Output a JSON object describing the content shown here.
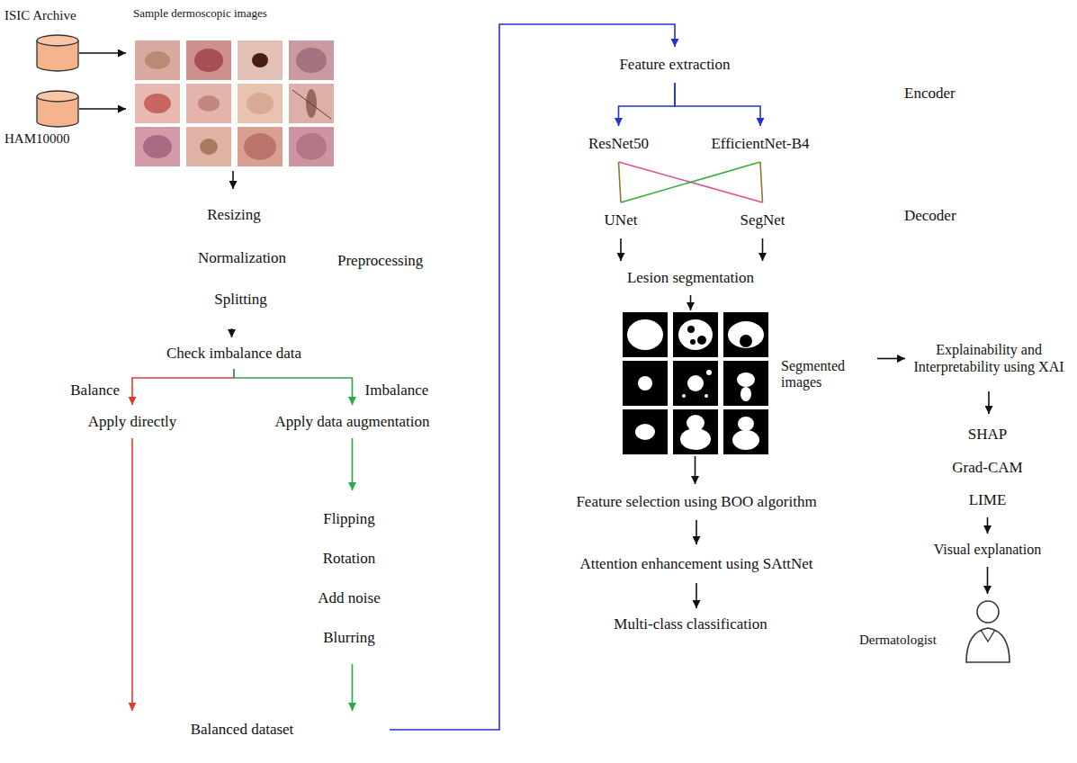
{
  "diagram": {
    "nodes": [
      {
        "text": [
          "ISIC Archive"
        ]
      },
      {
        "text": [
          "HAM10000"
        ]
      },
      {
        "text": [
          "Sample dermoscopic images"
        ]
      },
      {
        "text": [
          "Preprocessing"
        ]
      },
      {
        "text": [
          "Resizing"
        ],
        "in": 3
      },
      {
        "text": [
          "Normalization"
        ],
        "in": 3
      },
      {
        "text": [
          "Splitting"
        ],
        "in": 3
      },
      {
        "text": [
          "Check imbalance data"
        ]
      },
      {
        "text": [
          "Apply directly"
        ]
      },
      {
        "text": [
          "Apply data augmentation"
        ]
      },
      {
        "text": []
      },
      {
        "text": [
          "Flipping"
        ],
        "in": 10
      },
      {
        "text": [
          "Rotation"
        ],
        "in": 10
      },
      {
        "text": [
          "Add noise"
        ],
        "in": 10
      },
      {
        "text": [
          "Blurring"
        ],
        "in": 10
      },
      {
        "text": [
          "Balanced dataset"
        ]
      },
      {
        "text": [
          "Encoder"
        ]
      },
      {
        "text": [
          "Feature extraction"
        ],
        "in": 16
      },
      {
        "text": [
          "ResNet50"
        ],
        "in": 16
      },
      {
        "text": [
          "EfficientNet-B4"
        ],
        "in": 16
      },
      {
        "text": [
          "Decoder"
        ]
      },
      {
        "text": [
          "UNet"
        ],
        "in": 20
      },
      {
        "text": [
          "SegNet"
        ],
        "in": 20
      },
      {
        "text": [
          "Lesion segmentation"
        ],
        "in": 20
      },
      {
        "text": [
          "Segmented images"
        ],
        "in": 20
      },
      {
        "text": [
          "Feature selection using BOO algorithm"
        ],
        "in": 20
      },
      {
        "text": [
          "Attention enhancement using SAttNet"
        ],
        "in": 20
      },
      {
        "text": [
          "Multi-class classification"
        ],
        "in": 20
      },
      {
        "text": [
          "Explainability and Interpretability using XAI"
        ]
      },
      {
        "text": []
      },
      {
        "text": [
          "SHAP"
        ],
        "in": 29
      },
      {
        "text": [
          "Grad-CAM"
        ],
        "in": 29
      },
      {
        "text": [
          "LIME"
        ],
        "in": 29
      },
      {
        "text": [
          "Visual explanation"
        ]
      },
      {
        "text": [
          "Dermatologist"
        ]
      }
    ],
    "edges": [
      {
        "from": 0,
        "to": 2,
        "arrow": "to"
      },
      {
        "from": 1,
        "to": 2,
        "arrow": "to"
      },
      {
        "from": 2,
        "to": 3,
        "arrow": "to"
      },
      {
        "from": 3,
        "to": 7,
        "arrow": "to"
      },
      {
        "from": 7,
        "to": 8,
        "arrow": "to",
        "label": "Balance"
      },
      {
        "from": 7,
        "to": 9,
        "arrow": "to",
        "label": "Imbalance"
      },
      {
        "from": 9,
        "to": 10,
        "arrow": "to"
      },
      {
        "from": 8,
        "to": 15,
        "arrow": "to"
      },
      {
        "from": 10,
        "to": 15,
        "arrow": "to"
      },
      {
        "from": 15,
        "to": 17,
        "arrow": "to"
      },
      {
        "from": 17,
        "to": 18,
        "arrow": "to"
      },
      {
        "from": 17,
        "to": 19,
        "arrow": "to"
      },
      {
        "from": 18,
        "to": 21,
        "arrow": "none"
      },
      {
        "from": 18,
        "to": 22,
        "arrow": "none"
      },
      {
        "from": 19,
        "to": 21,
        "arrow": "none"
      },
      {
        "from": 19,
        "to": 22,
        "arrow": "none"
      },
      {
        "from": 21,
        "to": 23,
        "arrow": "to"
      },
      {
        "from": 22,
        "to": 23,
        "arrow": "to"
      },
      {
        "from": 23,
        "to": 24,
        "arrow": "to"
      },
      {
        "from": 24,
        "to": 25,
        "arrow": "to"
      },
      {
        "from": 25,
        "to": 26,
        "arrow": "to"
      },
      {
        "from": 26,
        "to": 27,
        "arrow": "to"
      },
      {
        "from": 20,
        "to": 28,
        "arrow": "to"
      },
      {
        "from": 28,
        "to": 29,
        "arrow": "to"
      },
      {
        "from": 29,
        "to": 33,
        "arrow": "to"
      },
      {
        "from": 33,
        "to": 34,
        "arrow": "to"
      }
    ]
  }
}
